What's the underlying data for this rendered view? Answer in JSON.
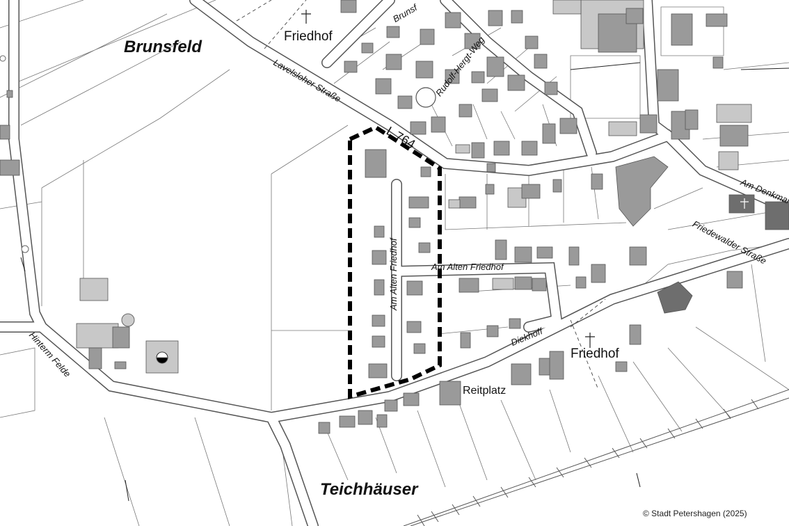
{
  "map": {
    "places": {
      "brunsfeld": "Brunsfeld",
      "teichhaeuser": "Teichhäuser"
    },
    "pois": {
      "friedhof_north": "Friedhof",
      "friedhof_east": "Friedhof",
      "reitplatz": "Reitplatz"
    },
    "streets": {
      "lavelsloher": "Lavelsloher Straße",
      "l764": "L 764",
      "rudolf_hergt": "Rudolf-Hergt-Weg",
      "brunsfeld_street": "Brunsf",
      "am_alten_friedhof_v": "Am Alten Friedhof",
      "am_alten_friedhof_h": "Am Alten Friedhof",
      "diekhoff": "Diekhoff",
      "hinterm_felde": "Hinterm Felde",
      "friedewalder": "Friedewalder Straße",
      "am_denkmal": "Am Denkmal"
    },
    "copyright": "© Stadt Petershagen (2025)",
    "colors": {
      "building": "#9a9a9a",
      "building_dark": "#6e6e6e",
      "road": "#ffffff",
      "line": "#555555",
      "boundary": "#000000",
      "background": "#ffffff"
    }
  }
}
